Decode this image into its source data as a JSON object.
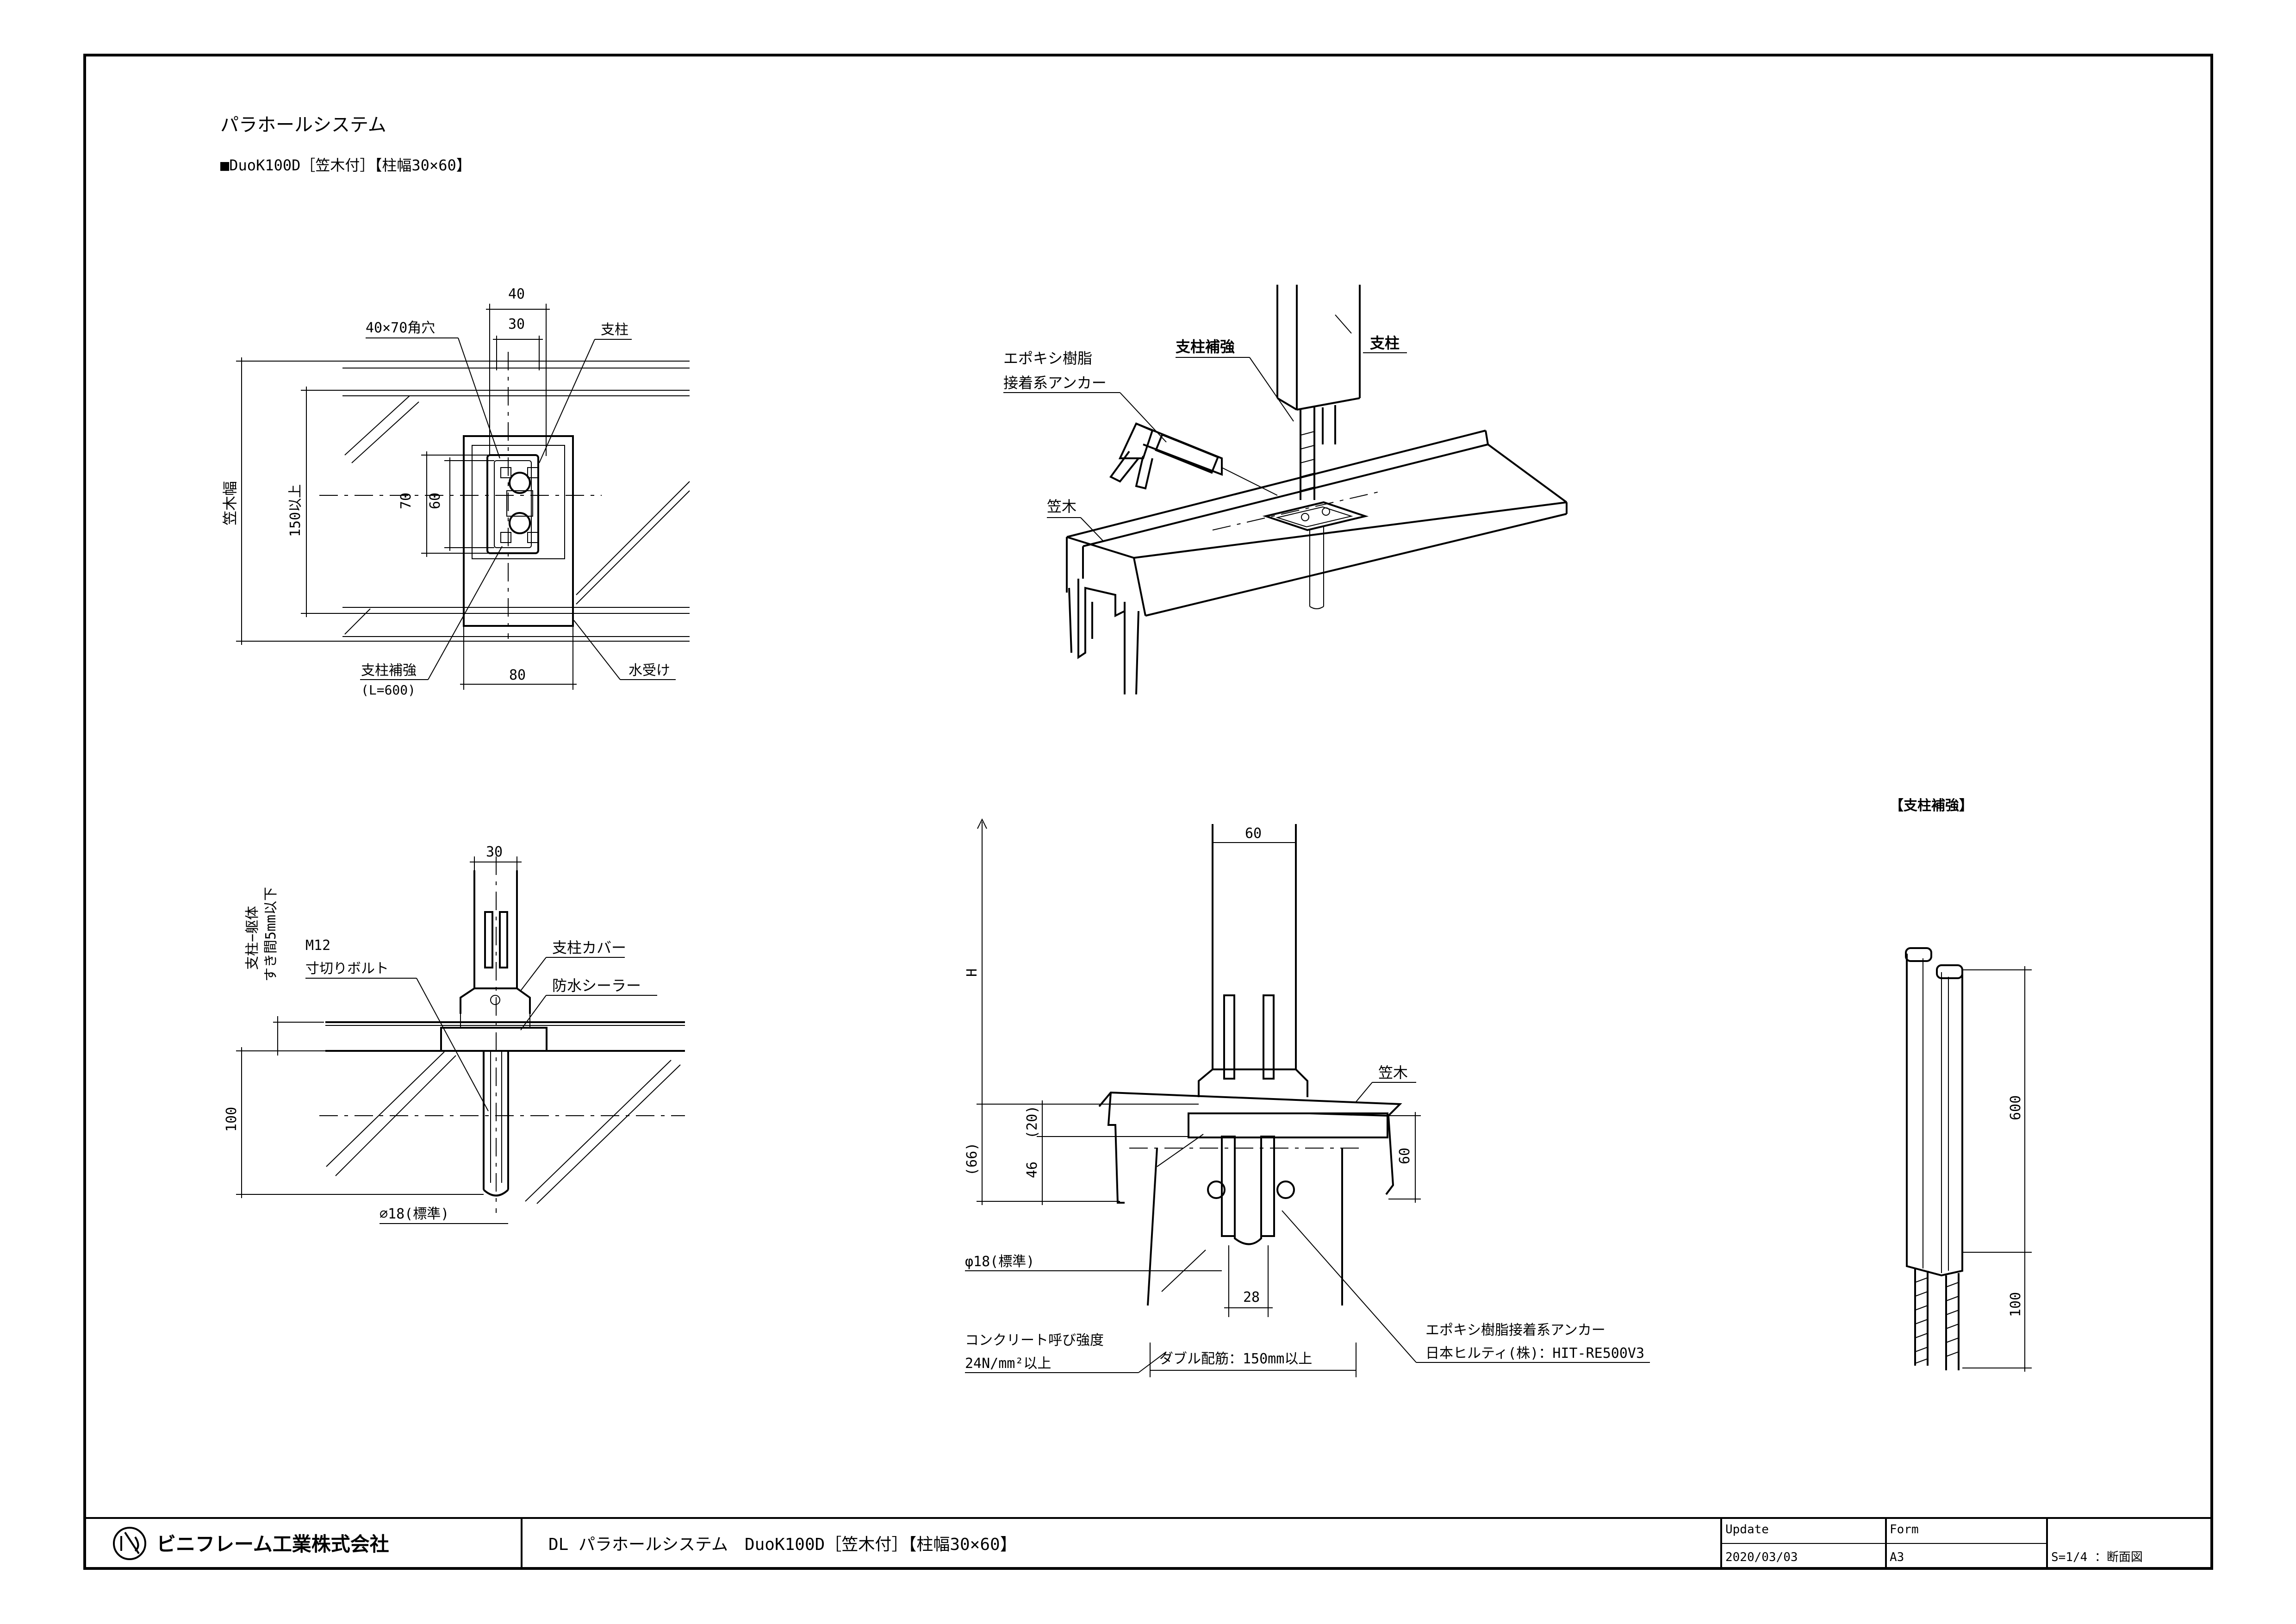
{
  "title": {
    "system": "パラホールシステム",
    "model": "■DuoK100D［笠木付］【柱幅30×60】"
  },
  "plan_view": {
    "dim_40": "40",
    "dim_30": "30",
    "label_hole": "40×70角穴",
    "label_post": "支柱",
    "dim_70": "70",
    "dim_60": "60",
    "dim_150": "150以上",
    "label_coping_width": "笠木幅",
    "label_reinforce": "支柱補強",
    "label_reinforce_len": "(L=600)",
    "dim_80": "80",
    "label_water": "水受け"
  },
  "perspective": {
    "label_epoxy_1": "エポキシ樹脂",
    "label_epoxy_2": "接着系アンカー",
    "label_reinforce": "支柱補強",
    "label_post": "支柱",
    "label_coping": "笠木"
  },
  "section_left": {
    "dim_30": "30",
    "label_gap_1": "支柱−躯体",
    "label_gap_2": "すき間5mm以下",
    "label_m12": "M12",
    "label_bolt": "寸切りボルト",
    "label_cover": "支柱カバー",
    "label_sealer": "防水シーラー",
    "dim_100": "100",
    "dim_dia": "⌀18(標準)"
  },
  "section_center": {
    "dim_60": "60",
    "dim_H": "H",
    "label_coping": "笠木",
    "dim_20": "(20)",
    "dim_66": "(66)",
    "dim_46": "46",
    "dim_60b": "60",
    "dim_phi": "φ18(標準)",
    "dim_28": "28",
    "label_concrete_1": "コンクリート呼び強度",
    "label_concrete_2": "24N/mm²以上",
    "label_rebar": "ダブル配筋：150mm以上",
    "label_anchor_1": "エポキシ樹脂接着系アンカー",
    "label_anchor_2": "日本ヒルティ(株)：HIT-RE500V3"
  },
  "reinforce_detail": {
    "title": "【支柱補強】",
    "dim_600": "600",
    "dim_100": "100"
  },
  "titleblock": {
    "company": "ビニフレーム工業株式会社",
    "drawing_title": "DL パラホールシステム　DuoK100D［笠木付］【柱幅30×60】",
    "update_label": "Update",
    "update_value": "2020/03/03",
    "form_label": "Form",
    "form_value": "A3",
    "scale": "S=1/4 ：断面図"
  }
}
